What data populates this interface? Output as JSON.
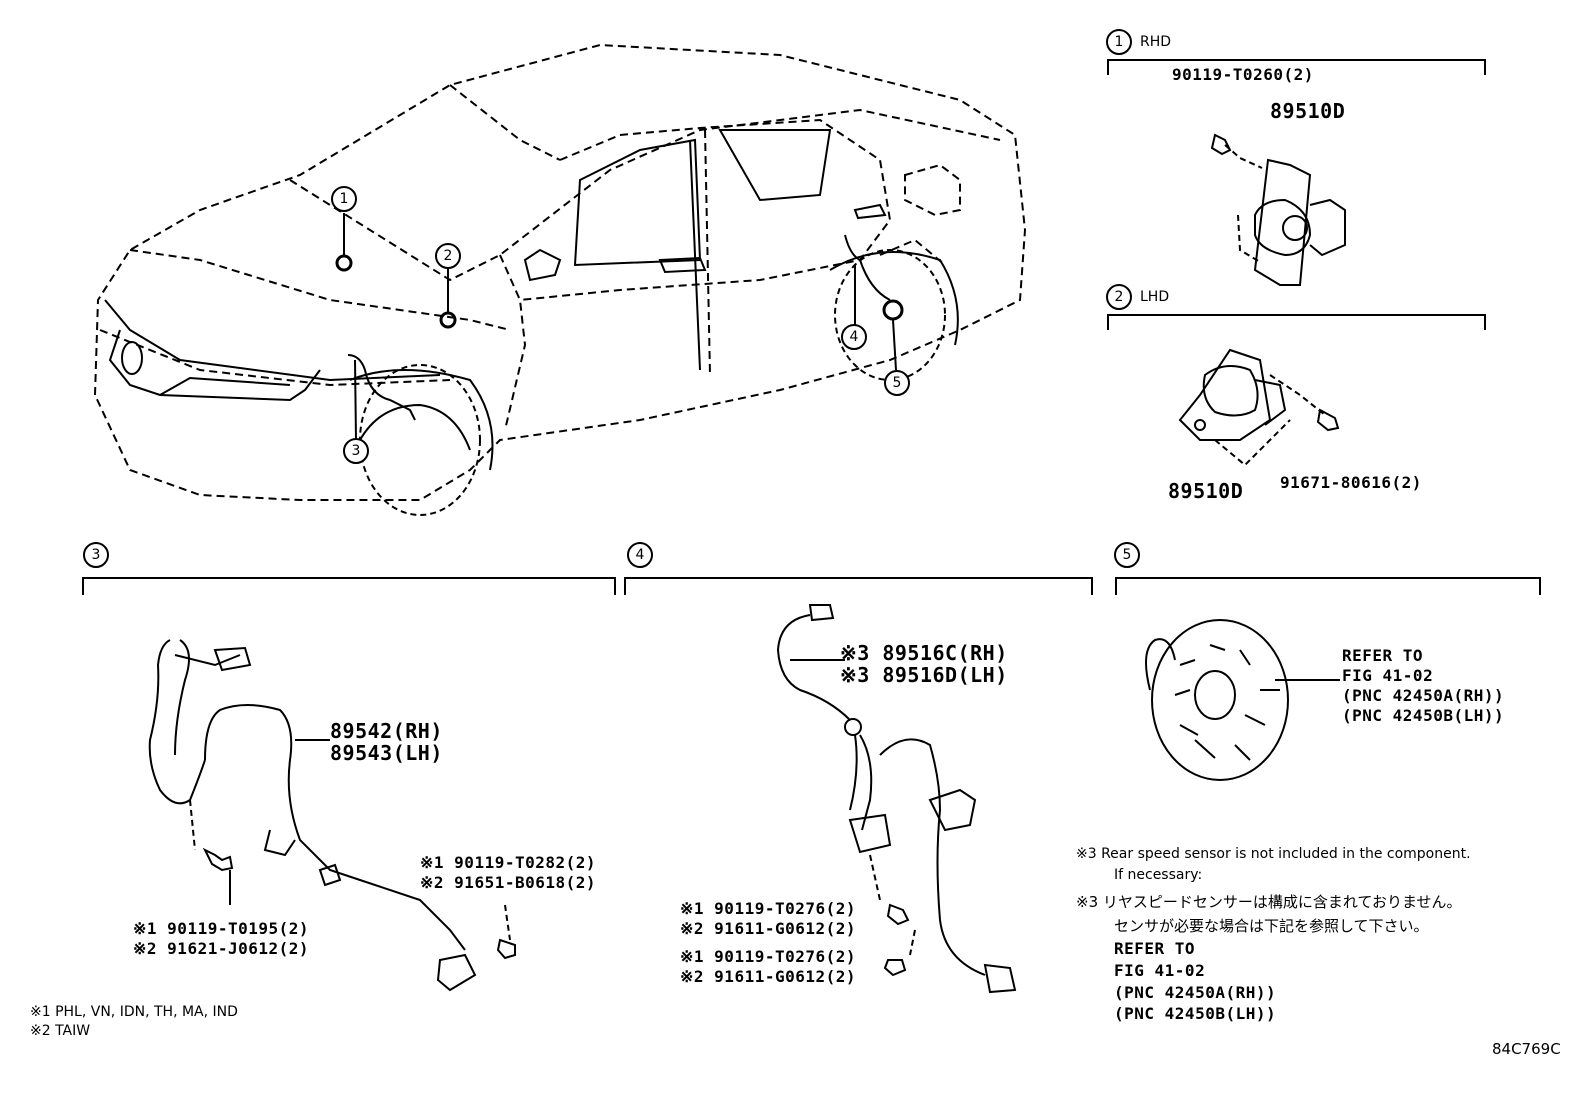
{
  "callouts": [
    "1",
    "2",
    "3",
    "4",
    "5"
  ],
  "detail1": {
    "title": "RHD",
    "bolt": "90119-T0260(2)",
    "part": "89510D"
  },
  "detail2": {
    "title": "LHD",
    "part": "89510D",
    "bolt": "91671-80616(2)"
  },
  "section3": {
    "part_rh": "89542(RH)",
    "part_lh": "89543(LH)",
    "bolt_a1": "※1 90119-T0282(2)",
    "bolt_a2": "※2 91651-B0618(2)",
    "bolt_b1": "※1 90119-T0195(2)",
    "bolt_b2": "※2 91621-J0612(2)"
  },
  "section4": {
    "part_rh": "※3 89516C(RH)",
    "part_lh": "※3 89516D(LH)",
    "bolt_a1": "※1 90119-T0276(2)",
    "bolt_a2": "※2 91611-G0612(2)",
    "bolt_b1": "※1 90119-T0276(2)",
    "bolt_b2": "※2 91611-G0612(2)"
  },
  "section5": {
    "refer": "REFER TO",
    "fig": "FIG 41-02",
    "pnc_rh": "(PNC 42450A(RH))",
    "pnc_lh": "(PNC 42450B(LH))"
  },
  "notes": {
    "en1": "※3 Rear speed sensor is not included in the component.",
    "en2": "If necessary:",
    "jp1": "※3 リヤスピードセンサーは構成に含まれておりません。",
    "jp2": "センサが必要な場合は下記を参照して下さい。",
    "refer": "REFER TO",
    "fig": "FIG 41-02",
    "pnc_rh": "(PNC 42450A(RH))",
    "pnc_lh": "(PNC 42450B(LH))"
  },
  "legend": {
    "l1": "※1 PHL, VN, IDN, TH, MA, IND",
    "l2": "※2 TAIW"
  },
  "code": "84C769C"
}
